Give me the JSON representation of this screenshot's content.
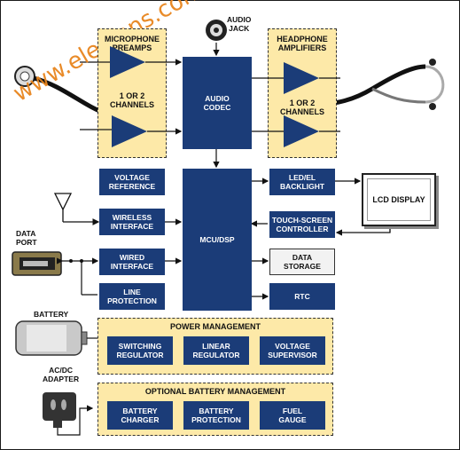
{
  "watermark": "www.elecfans.com",
  "labels": {
    "audio_jack": "AUDIO\nJACK",
    "data_port": "DATA\nPORT",
    "battery": "BATTERY",
    "acdc_adapter": "AC/DC\nADAPTER"
  },
  "zones": {
    "mic_preamps": "MICROPHONE\nPREAMPS",
    "mic_channels": "1 OR 2\nCHANNELS",
    "hp_amplifiers": "HEADPHONE\nAMPLIFIERS",
    "hp_channels": "1 OR 2\nCHANNELS",
    "power_management": "POWER MANAGEMENT",
    "optional_battery": "OPTIONAL BATTERY MANAGEMENT"
  },
  "blocks": {
    "audio_codec": "AUDIO\nCODEC",
    "mcu_dsp": "MCU/DSP",
    "voltage_reference": "VOLTAGE\nREFERENCE",
    "wireless_interface": "WIRELESS\nINTERFACE",
    "wired_interface": "WIRED\nINTERFACE",
    "line_protection": "LINE\nPROTECTION",
    "led_backlight": "LED/EL\nBACKLIGHT",
    "touch_screen": "TOUCH-SCREEN\nCONTROLLER",
    "data_storage": "DATA\nSTORAGE",
    "rtc": "RTC",
    "lcd_display": "LCD DISPLAY",
    "switching_regulator": "SWITCHING\nREGULATOR",
    "linear_regulator": "LINEAR\nREGULATOR",
    "voltage_supervisor": "VOLTAGE\nSUPERVISOR",
    "battery_charger": "BATTERY\nCHARGER",
    "battery_protection": "BATTERY\nPROTECTION",
    "fuel_gauge": "FUEL\nGAUGE"
  },
  "colors": {
    "block": "#1b3c78",
    "zone": "#fde9a8",
    "watermark": "#e8851e"
  }
}
